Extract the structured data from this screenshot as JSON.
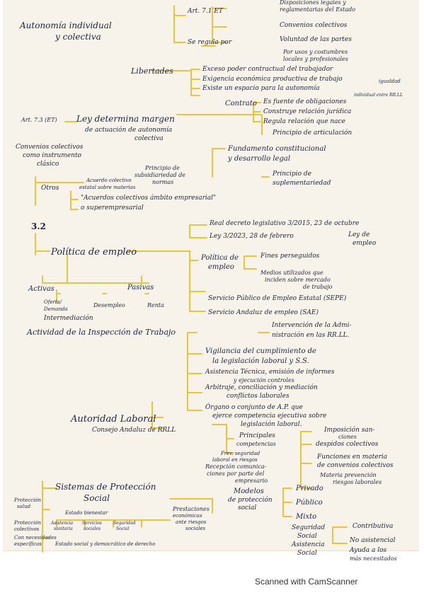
{
  "footer": "Scanned with CamScanner",
  "colors": {
    "ink": "#1e2340",
    "highlight": "#e8c63a",
    "paper": "#f7f3ea"
  },
  "notes": {
    "art71": "Art. 7.1 ET",
    "disp_legales": "Disposiciones legales y",
    "reglamentarias": "reglamentarias del Estado",
    "conv_colectivos": "Convenios colectivos",
    "voluntad": "Voluntad de las partes",
    "usos1": "Por usos y costumbres",
    "usos2": "locales y profesionales",
    "autonomia1": "Autonomía individual",
    "autonomia2": "y colectiva",
    "se_regula": "Se regula por",
    "libertades": "Libertades",
    "exceso": "Exceso poder contractual del trabajador",
    "exigencia": "Exigencia económica productiva de trabajo",
    "existe": "Existe un espacio para la autonomía",
    "igualdad1": "igualdad",
    "igualdad2": "individual entre RR.LL",
    "contrato": "Contrato",
    "fuente": "Es fuente de obligaciones",
    "construye": "Construye relación jurídica",
    "regula": "Regula relación que nace",
    "art713": "Art. 7.3 (ET)",
    "ley_det1": "Ley determina margen",
    "ley_det2": "de actuación de autonomía",
    "ley_det3": "colectiva",
    "principio_art": "Principio de articulación",
    "conv_instr1": "Convenios colectivos",
    "conv_instr2": "como instrumento",
    "conv_instr3": "clásico",
    "fund1": "Fundamento constitucional",
    "fund2": "y desarrollo legal",
    "ppio_subs1": "Principio de",
    "ppio_subs2": "subsidiariedad de",
    "ppio_subs3": "normas",
    "ppio_supl1": "Principio de",
    "ppio_supl2": "suplementariedad",
    "otros": "Otros",
    "acuerdo1": "Acuerdo colectivo",
    "acuerdo2": "estatal sobre materias",
    "acuerdo_emp": "\"Acuerdos colectivos ámbito empresarial\"",
    "superemp": "o superempresarial",
    "sec32": "3.2",
    "rdl": "Real decreto legislativo 3/2015, 23 de octubre",
    "ley3": "Ley 3/2023, 28 de febrero",
    "ley_empleo1": "Ley de",
    "ley_empleo2": "empleo",
    "politica": "Política de empleo",
    "politica_de1": "Política de",
    "politica_de2": "empleo",
    "fines": "Fines perseguidos",
    "medios1": "Medios utilizados que",
    "medios2": "inciden sobre mercado",
    "medios3": "de trabajo",
    "activas": "Activas",
    "pasivas": "Pasivas",
    "oferta": "Oferta/",
    "demanda": "Demanda",
    "desempleo": "Desempleo",
    "renta": "Renta",
    "intermediacion": "Intermediación",
    "sepe": "Servicio Público de Empleo Estatal (SEPE)",
    "sae": "Servicio Andaluz de empleo (SAE)",
    "actividad_insp": "Actividad de la Inspección de Trabajo",
    "interv1": "Intervención de la Admi-",
    "interv2": "nistración en las RR.LL.",
    "vigilancia1": "Vigilancia del cumplimiento de",
    "vigilancia2": "la legislación laboral y S.S.",
    "asistencia1": "Asistencia Técnica, emisión de informes",
    "asistencia2": "y ejecución controles",
    "arbitraje1": "Arbitraje, conciliación y mediación",
    "arbitraje2": "conflictos laborales",
    "organo1": "Órgano o conjunto de A.P. que",
    "organo2": "ejerce competencia ejecutiva sobre",
    "organo3": "legislación laboral.",
    "autoridad": "Autoridad Laboral",
    "consejo": "Consejo Andaluz de RRLL",
    "principales1": "Principales",
    "principales2": "competencias",
    "imposicion1": "Imposición san-",
    "imposicion2": "ciones",
    "despidos": "despidos colectivos",
    "prev1": "Prev. seguridad",
    "prev2": "laboral en riesgos",
    "recepcion1": "Recepción comunica-",
    "recepcion2": "ciones por parte del",
    "recepcion3": "empresario",
    "funciones1": "Funciones en materia",
    "funciones2": "de convenios colectivos",
    "materia1": "Materia prevención",
    "materia2": "riesgos laborales",
    "sistemas1": "Sistemas de Protección",
    "sistemas2": "Social",
    "prot_salud1": "Protección",
    "prot_salud2": "salud",
    "estado_bien": "Estado bienestar",
    "asist_san1": "Asistencia",
    "asist_san2": "sanitaria",
    "serv_soc1": "Servicios",
    "serv_soc2": "sociales",
    "seg_soc1": "Seguridad",
    "seg_soc2": "Social",
    "prot_col1": "Protección",
    "prot_col2": "colectivos",
    "necesidades1": "Con necesidades",
    "necesidades2": "específicas",
    "estado_social": "Estado social y democrático de derecho",
    "prestaciones1": "Prestaciones",
    "prestaciones2": "económicas",
    "prestaciones3": "ante riesgos",
    "prestaciones4": "sociales",
    "modelos1": "Modelos",
    "modelos2": "de protección",
    "modelos3": "social",
    "privado": "Privado",
    "publico": "Público",
    "mixto": "Mixto",
    "seg_social1": "Seguridad",
    "seg_social2": "Social",
    "contributiva": "Contributiva",
    "asist_social1": "Asistencia",
    "asist_social2": "Social",
    "no_asistencial": "No asistencial",
    "ayuda1": "Ayuda a los",
    "ayuda2": "más necesitados"
  }
}
